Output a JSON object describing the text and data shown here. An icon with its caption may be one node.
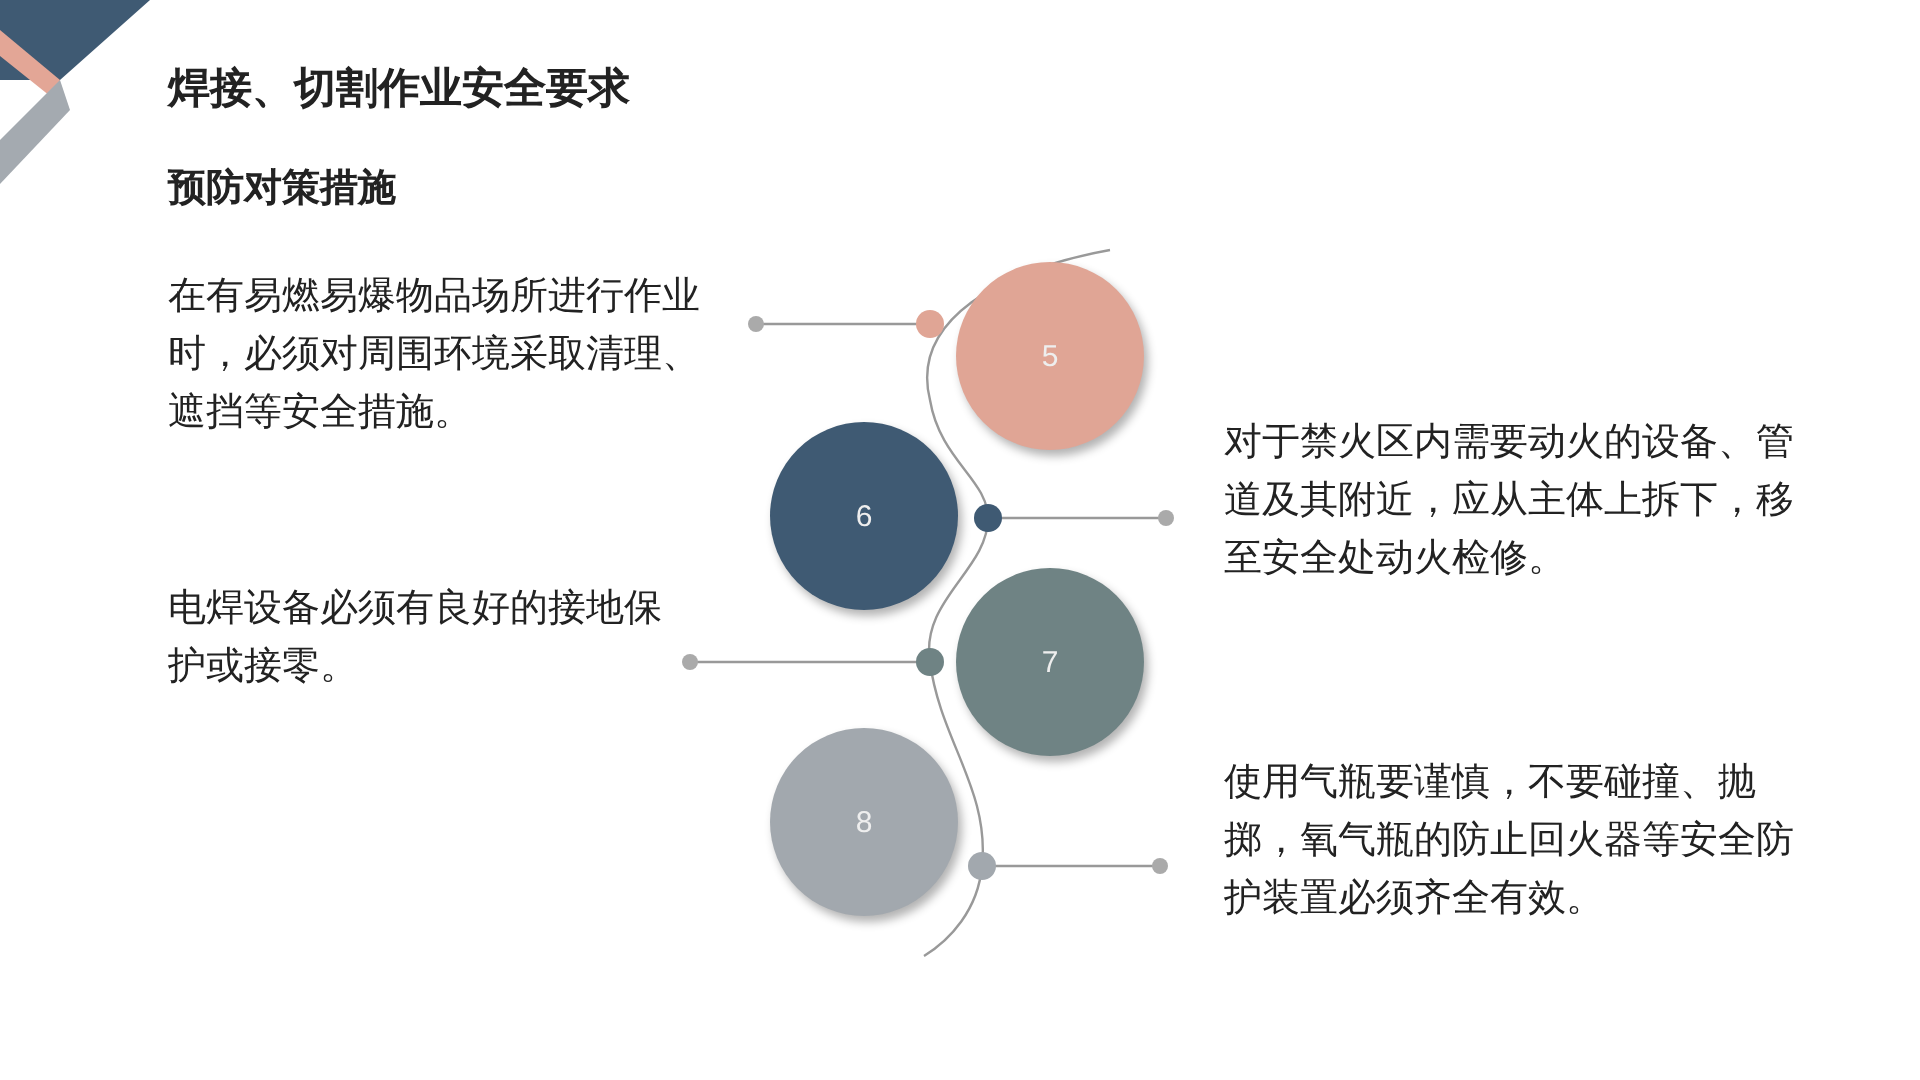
{
  "diagram": {
    "title": "焊接、切割作业安全要求",
    "nodes": [
      {
        "text": [
          "5"
        ]
      },
      {
        "text": [
          "6"
        ]
      },
      {
        "text": [
          "7"
        ]
      },
      {
        "text": [
          "8"
        ]
      }
    ],
    "edges": [],
    "labels": [
      "预防对策措施",
      "在有易燃易爆物品场所进行作业时，必须对周围环境采取清理、遮挡等安全措施。",
      "电焊设备必须有良好的接地保护或接零。",
      "对于禁火区内需要动火的设备、管道及其附近，应从主体上拆下，移至安全处动火检修。",
      "使用气瓶要谨慎，不要碰撞、抛掷，氧气瓶的防止回火器等安全防护装置必须齐全有效。"
    ]
  }
}
